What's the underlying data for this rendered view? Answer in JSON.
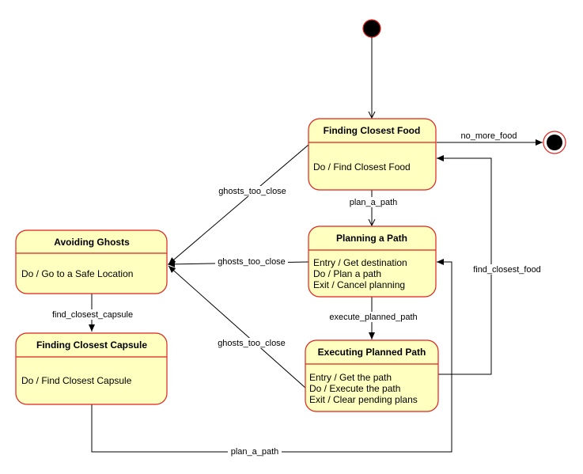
{
  "states": {
    "finding_food": {
      "title": "Finding Closest Food",
      "activities": [
        "Do / Find Closest Food"
      ]
    },
    "planning": {
      "title": "Planning a Path",
      "activities": [
        "Entry / Get destination",
        "Do / Plan a path",
        "Exit / Cancel planning"
      ]
    },
    "executing": {
      "title": "Executing Planned Path",
      "activities": [
        "Entry / Get the path",
        "Do / Execute the path",
        "Exit / Clear pending plans"
      ]
    },
    "avoiding": {
      "title": "Avoiding Ghosts",
      "activities": [
        "Do / Go to a Safe Location"
      ]
    },
    "finding_capsule": {
      "title": "Finding Closest Capsule",
      "activities": [
        "Do / Find Closest Capsule"
      ]
    }
  },
  "transitions": {
    "no_more_food": "no_more_food",
    "food_plan": "plan_a_path",
    "food_ghosts": "ghosts_too_close",
    "planning_ghosts": "ghosts_too_close",
    "exec_ghosts": "ghosts_too_close",
    "execute_planned_path": "execute_planned_path",
    "find_closest_food": "find_closest_food",
    "find_closest_capsule": "find_closest_capsule",
    "capsule_plan": "plan_a_path"
  },
  "colors": {
    "state_fill": "#ffffc0",
    "state_stroke": "#e0221b",
    "initial": "#000000"
  }
}
